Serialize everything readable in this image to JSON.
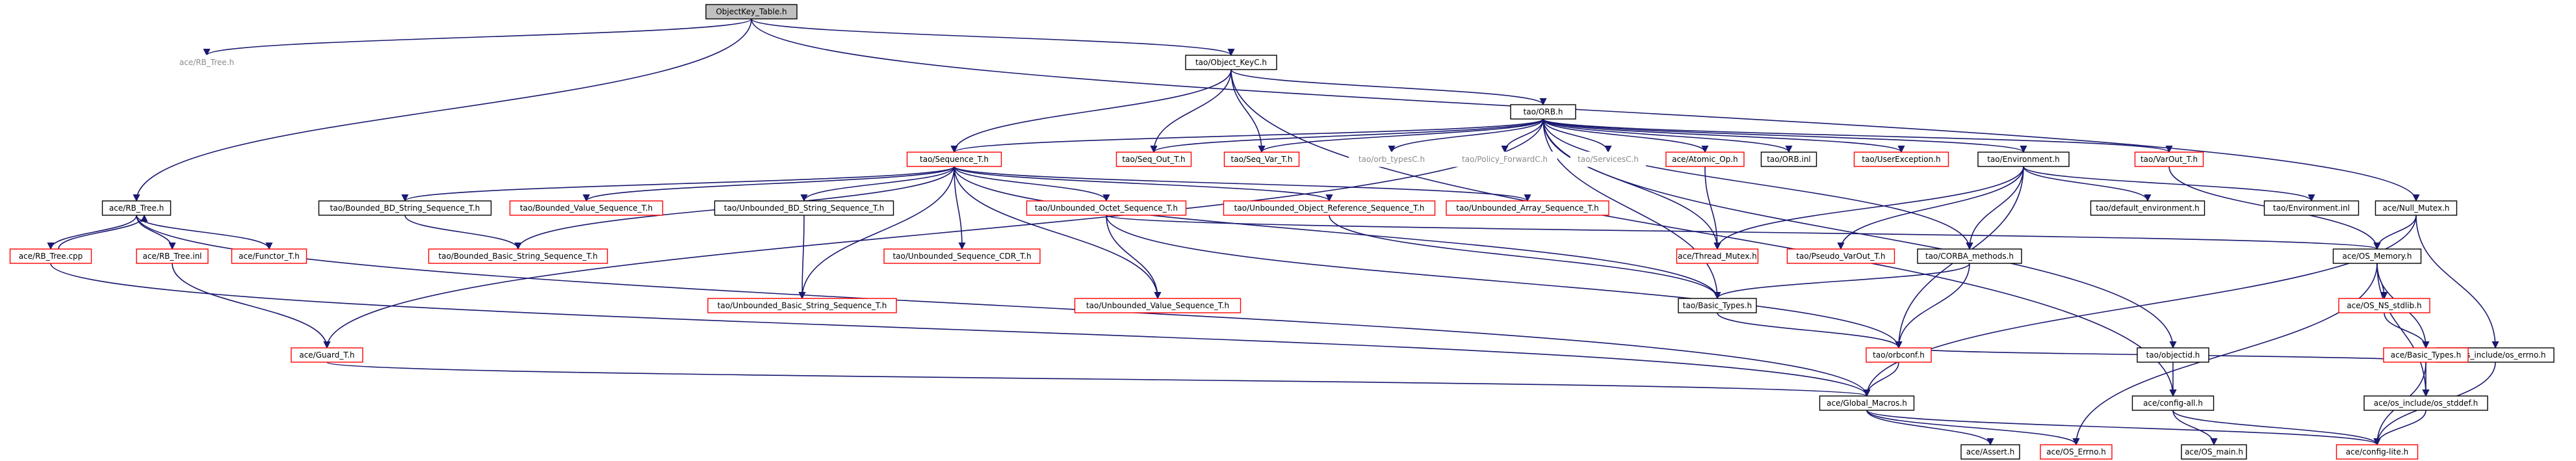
{
  "diagram": {
    "nodes": [
      {
        "id": "n0",
        "label": "ObjectKey_Table.h",
        "kind": "root"
      },
      {
        "id": "n1",
        "label": "ace/RB_Tree.h",
        "kind": "plain"
      },
      {
        "id": "n2",
        "label": "tao/Object_KeyC.h",
        "kind": "normal"
      },
      {
        "id": "n3",
        "label": "tao/ORB.h",
        "kind": "normal"
      },
      {
        "id": "n4",
        "label": "tao/Sequence_T.h",
        "kind": "missing"
      },
      {
        "id": "n5",
        "label": "tao/Seq_Out_T.h",
        "kind": "missing"
      },
      {
        "id": "n6",
        "label": "tao/Seq_Var_T.h",
        "kind": "missing"
      },
      {
        "id": "n7",
        "label": "tao/orb_typesC.h",
        "kind": "plain"
      },
      {
        "id": "n8",
        "label": "tao/Policy_ForwardC.h",
        "kind": "plain"
      },
      {
        "id": "n9",
        "label": "tao/ServicesC.h",
        "kind": "plain"
      },
      {
        "id": "n10",
        "label": "ace/Atomic_Op.h",
        "kind": "missing"
      },
      {
        "id": "n11",
        "label": "tao/ORB.inl",
        "kind": "normal"
      },
      {
        "id": "n12",
        "label": "tao/UserException.h",
        "kind": "missing"
      },
      {
        "id": "n13",
        "label": "tao/Environment.h",
        "kind": "normal"
      },
      {
        "id": "n14",
        "label": "tao/VarOut_T.h",
        "kind": "missing"
      },
      {
        "id": "n15",
        "label": "ace/Null_Mutex.h",
        "kind": "normal"
      },
      {
        "id": "n16",
        "label": "ace/RB_Tree.h",
        "kind": "normal"
      },
      {
        "id": "n17",
        "label": "ace/RB_Tree.cpp",
        "kind": "missing"
      },
      {
        "id": "n18",
        "label": "ace/RB_Tree.inl",
        "kind": "missing"
      },
      {
        "id": "n19",
        "label": "ace/Functor_T.h",
        "kind": "missing"
      },
      {
        "id": "n20",
        "label": "tao/Bounded_BD_String_Sequence_T.h",
        "kind": "normal"
      },
      {
        "id": "n21",
        "label": "tao/Bounded_Value_Sequence_T.h",
        "kind": "missing"
      },
      {
        "id": "n22",
        "label": "tao/Unbounded_BD_String_Sequence_T.h",
        "kind": "normal"
      },
      {
        "id": "n23",
        "label": "tao/Unbounded_Octet_Sequence_T.h",
        "kind": "missing"
      },
      {
        "id": "n24",
        "label": "tao/Unbounded_Object_Reference_Sequence_T.h",
        "kind": "missing"
      },
      {
        "id": "n25",
        "label": "tao/Unbounded_Array_Sequence_T.h",
        "kind": "missing"
      },
      {
        "id": "n26",
        "label": "ace/Thread_Mutex.h",
        "kind": "missing"
      },
      {
        "id": "n27",
        "label": "tao/Pseudo_VarOut_T.h",
        "kind": "missing"
      },
      {
        "id": "n28",
        "label": "tao/CORBA_methods.h",
        "kind": "normal"
      },
      {
        "id": "n29",
        "label": "tao/default_environment.h",
        "kind": "normal"
      },
      {
        "id": "n30",
        "label": "tao/Environment.inl",
        "kind": "normal"
      },
      {
        "id": "n31",
        "label": "tao/Bounded_Basic_String_Sequence_T.h",
        "kind": "missing"
      },
      {
        "id": "n32",
        "label": "tao/Unbounded_Basic_String_Sequence_T.h",
        "kind": "missing"
      },
      {
        "id": "n33",
        "label": "tao/Unbounded_Sequence_CDR_T.h",
        "kind": "missing"
      },
      {
        "id": "n34",
        "label": "tao/Unbounded_Value_Sequence_T.h",
        "kind": "missing"
      },
      {
        "id": "n35",
        "label": "tao/Basic_Types.h",
        "kind": "normal"
      },
      {
        "id": "n36",
        "label": "ace/OS_Memory.h",
        "kind": "normal"
      },
      {
        "id": "n37",
        "label": "ace/Guard_T.h",
        "kind": "missing"
      },
      {
        "id": "n38",
        "label": "tao/orbconf.h",
        "kind": "missing"
      },
      {
        "id": "n39",
        "label": "ace/OS_NS_stdlib.h",
        "kind": "missing"
      },
      {
        "id": "n40",
        "label": "tao/objectid.h",
        "kind": "normal"
      },
      {
        "id": "n41",
        "label": "ace/os_include/os_errno.h",
        "kind": "normal"
      },
      {
        "id": "n42",
        "label": "ace/Global_Macros.h",
        "kind": "normal"
      },
      {
        "id": "n43",
        "label": "ace/Basic_Types.h",
        "kind": "missing"
      },
      {
        "id": "n44",
        "label": "ace/config-all.h",
        "kind": "normal"
      },
      {
        "id": "n45",
        "label": "ace/Assert.h",
        "kind": "normal"
      },
      {
        "id": "n46",
        "label": "ace/OS_Errno.h",
        "kind": "missing"
      },
      {
        "id": "n47",
        "label": "ace/OS_main.h",
        "kind": "normal"
      },
      {
        "id": "n48",
        "label": "ace/os_include/os_stddef.h",
        "kind": "normal"
      },
      {
        "id": "n49",
        "label": "ace/config-lite.h",
        "kind": "missing"
      }
    ],
    "edges": [
      [
        "n0",
        "n1"
      ],
      [
        "n0",
        "n2"
      ],
      [
        "n0",
        "n15"
      ],
      [
        "n0",
        "n16"
      ],
      [
        "n2",
        "n3"
      ],
      [
        "n2",
        "n4"
      ],
      [
        "n2",
        "n5"
      ],
      [
        "n2",
        "n6"
      ],
      [
        "n2",
        "n44"
      ],
      [
        "n3",
        "n4"
      ],
      [
        "n3",
        "n5"
      ],
      [
        "n3",
        "n6"
      ],
      [
        "n3",
        "n7"
      ],
      [
        "n3",
        "n8"
      ],
      [
        "n3",
        "n9"
      ],
      [
        "n3",
        "n10"
      ],
      [
        "n3",
        "n11"
      ],
      [
        "n3",
        "n12"
      ],
      [
        "n3",
        "n13"
      ],
      [
        "n3",
        "n14"
      ],
      [
        "n3",
        "n26"
      ],
      [
        "n3",
        "n28"
      ],
      [
        "n3",
        "n40"
      ],
      [
        "n3",
        "n37"
      ],
      [
        "n3",
        "n35"
      ],
      [
        "n4",
        "n20"
      ],
      [
        "n4",
        "n21"
      ],
      [
        "n4",
        "n22"
      ],
      [
        "n4",
        "n23"
      ],
      [
        "n4",
        "n24"
      ],
      [
        "n4",
        "n25"
      ],
      [
        "n4",
        "n31"
      ],
      [
        "n4",
        "n32"
      ],
      [
        "n4",
        "n33"
      ],
      [
        "n4",
        "n34"
      ],
      [
        "n4",
        "n35"
      ],
      [
        "n10",
        "n26"
      ],
      [
        "n13",
        "n27"
      ],
      [
        "n13",
        "n28"
      ],
      [
        "n13",
        "n29"
      ],
      [
        "n13",
        "n30"
      ],
      [
        "n13",
        "n26"
      ],
      [
        "n13",
        "n38"
      ],
      [
        "n14",
        "n36"
      ],
      [
        "n15",
        "n36"
      ],
      [
        "n15",
        "n41"
      ],
      [
        "n15",
        "n42"
      ],
      [
        "n16",
        "n17"
      ],
      [
        "n16",
        "n18"
      ],
      [
        "n16",
        "n19"
      ],
      [
        "n16",
        "n42"
      ],
      [
        "n17",
        "n16"
      ],
      [
        "n17",
        "n42"
      ],
      [
        "n18",
        "n37"
      ],
      [
        "n20",
        "n31"
      ],
      [
        "n22",
        "n32"
      ],
      [
        "n23",
        "n34"
      ],
      [
        "n23",
        "n38"
      ],
      [
        "n23",
        "n36"
      ],
      [
        "n24",
        "n35"
      ],
      [
        "n28",
        "n35"
      ],
      [
        "n28",
        "n38"
      ],
      [
        "n35",
        "n38"
      ],
      [
        "n36",
        "n39"
      ],
      [
        "n36",
        "n43"
      ],
      [
        "n36",
        "n46"
      ],
      [
        "n36",
        "n48"
      ],
      [
        "n37",
        "n42"
      ],
      [
        "n38",
        "n42"
      ],
      [
        "n38",
        "n43"
      ],
      [
        "n39",
        "n43"
      ],
      [
        "n40",
        "n44"
      ],
      [
        "n41",
        "n49"
      ],
      [
        "n42",
        "n45"
      ],
      [
        "n42",
        "n46"
      ],
      [
        "n42",
        "n49"
      ],
      [
        "n43",
        "n48"
      ],
      [
        "n43",
        "n49"
      ],
      [
        "n44",
        "n47"
      ],
      [
        "n44",
        "n49"
      ],
      [
        "n48",
        "n49"
      ]
    ]
  }
}
